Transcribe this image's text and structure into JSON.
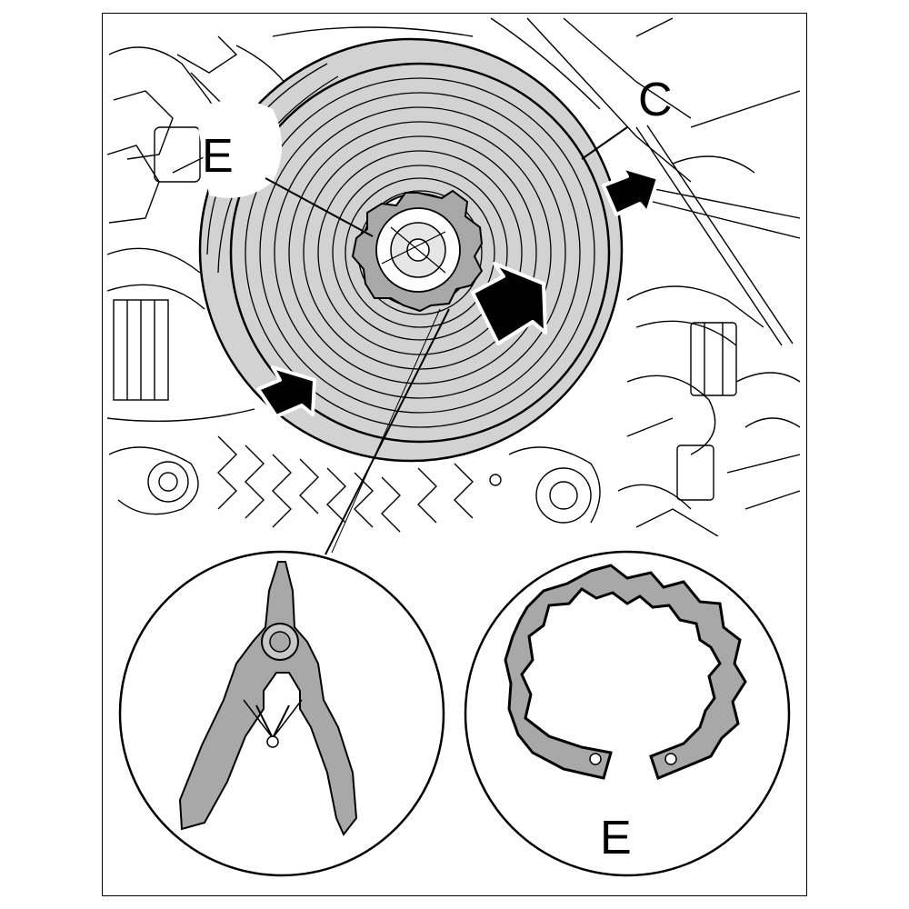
{
  "labels": {
    "pulley_callout": "C",
    "clip_callout": "E",
    "detail_clip_callout": "E"
  },
  "colors": {
    "line": "#000000",
    "fill_grey": "#d2d2d2",
    "part_grey": "#a8a8a8",
    "background": "#ffffff"
  },
  "icons": [
    "compressor-pulley",
    "snap-ring-clip",
    "snap-ring-pliers",
    "removal-arrow"
  ]
}
